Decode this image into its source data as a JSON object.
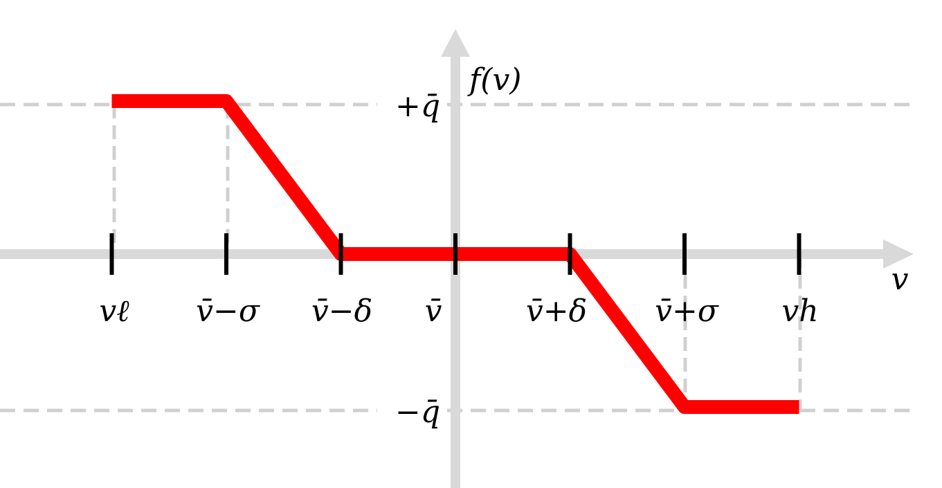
{
  "chart_data": {
    "type": "line",
    "xlabel": "v",
    "ylabel": "f(v)",
    "x_ticks": [
      "vℓ",
      "v̄−σ",
      "v̄−δ",
      "v̄",
      "v̄+δ",
      "v̄+σ",
      "vh"
    ],
    "y_ticks": [
      "+q̄",
      "−q̄"
    ],
    "series": [
      {
        "x": [
          -3,
          -2,
          -1,
          0,
          1,
          2,
          3
        ],
        "y": [
          1,
          1,
          0,
          0,
          0,
          -1,
          -1
        ]
      }
    ],
    "xlim": [
      -4,
      4
    ],
    "ylim": [
      -1.3,
      1.3
    ],
    "grid": "dashed reference lines at y = +q̄ and y = −q̄",
    "colors": {
      "curve": "#ff0000",
      "axis": "#d9d9d9",
      "guide": "#d0d0d0",
      "tick": "#000000"
    }
  }
}
